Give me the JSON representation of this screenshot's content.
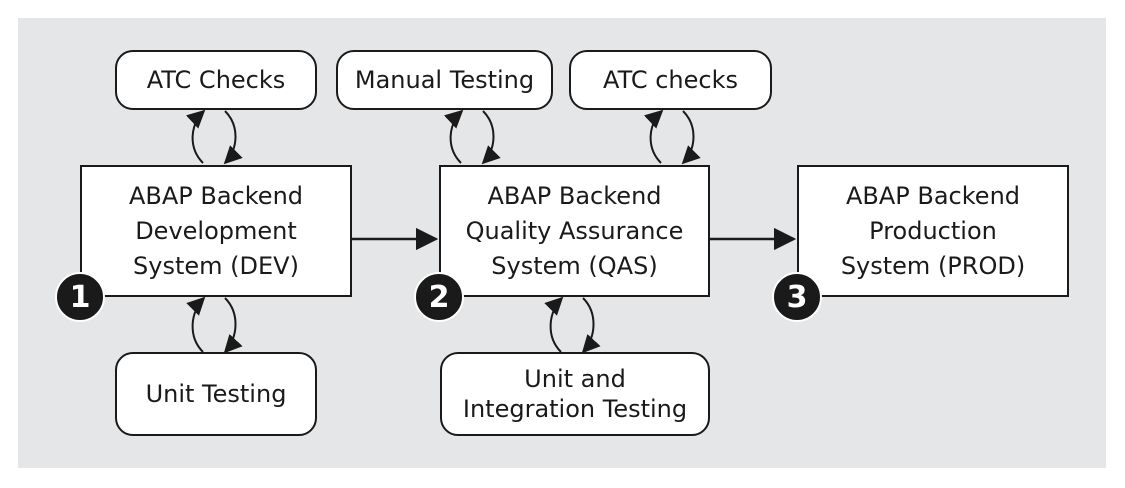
{
  "systems": [
    {
      "label": "ABAP Backend\nDevelopment\nSystem (DEV)",
      "badge": "1"
    },
    {
      "label": "ABAP Backend\nQuality Assurance\nSystem (QAS)",
      "badge": "2"
    },
    {
      "label": "ABAP Backend\nProduction\nSystem (PROD)",
      "badge": "3"
    }
  ],
  "activities": {
    "dev_top": "ATC Checks",
    "dev_bottom": "Unit Testing",
    "qas_top_left": "Manual Testing",
    "qas_top_right": "ATC checks",
    "qas_bottom": "Unit and\nIntegration Testing"
  },
  "colors": {
    "panel": "#e5e6e8",
    "stroke": "#1a1a1a",
    "badge": "#1a1a1a"
  }
}
